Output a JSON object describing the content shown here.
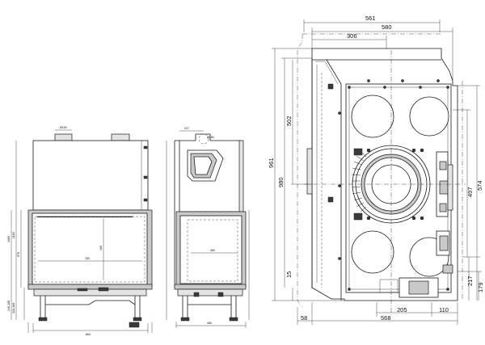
{
  "dimensions": {
    "top_overall": "561",
    "top_inner": "580",
    "top_offset": "306",
    "height_total": "961",
    "height_upper": "502",
    "height_mid": "980",
    "right_upper": "497",
    "right_total": "574",
    "bottom_right_a": "217",
    "bottom_right_b": "179",
    "bottom_left_small": "15",
    "bottom_offset": "205",
    "bottom_right_small": "110",
    "bottom_total": "568",
    "bottom_left": "58"
  },
  "small_labels": {
    "front_top_flue": "Ø150",
    "front_inner_w": "780",
    "front_inner_h": "406",
    "front_width": "863",
    "front_h1": "1180",
    "front_h2": "1080",
    "front_h3": "578",
    "front_h4": "248-288",
    "front_h5": "328-368",
    "side_top": "227",
    "side_flue": "Ø180",
    "side_inner_w": "380",
    "side_width": "480"
  }
}
